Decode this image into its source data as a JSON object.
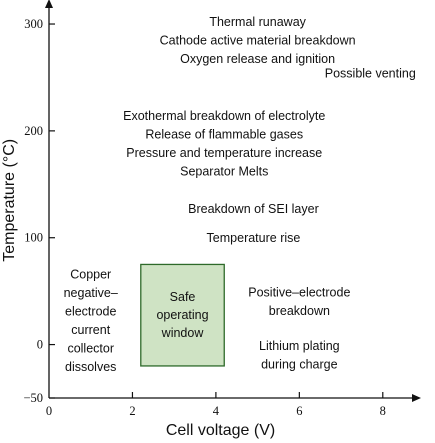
{
  "chart_data": {
    "type": "annotated-region",
    "xlabel": "Cell voltage (V)",
    "ylabel": "Temperature (°C)",
    "xlim": [
      0,
      8.7
    ],
    "ylim": [
      -50,
      315
    ],
    "x_ticks": [
      "0",
      "2",
      "4",
      "6",
      "8"
    ],
    "y_ticks": [
      "300",
      "200",
      "100",
      "0",
      "−50"
    ],
    "grid": false,
    "safe_window": {
      "label": [
        "Safe",
        "operating",
        "window"
      ],
      "x_range": [
        2.2,
        4.2
      ],
      "y_range": [
        -20,
        75
      ],
      "fill": "#cfe3c4",
      "edge": "#2e6a2a"
    },
    "annotations": [
      {
        "lines": [
          "Thermal runaway",
          "Cathode active material breakdown",
          "Oxygen release and ignition"
        ],
        "x": 5.0,
        "y": 298
      },
      {
        "lines": [
          "Possible venting"
        ],
        "x": 7.7,
        "y": 250
      },
      {
        "lines": [
          "Exothermal breakdown of electrolyte",
          "Release of flammable gases",
          "Pressure and temperature increase",
          "Separator Melts"
        ],
        "x": 4.2,
        "y": 210
      },
      {
        "lines": [
          "Breakdown of SEI layer"
        ],
        "x": 4.9,
        "y": 123
      },
      {
        "lines": [
          "Temperature rise"
        ],
        "x": 4.9,
        "y": 96
      },
      {
        "lines": [
          "Copper",
          "negative–",
          "electrode",
          "current",
          "collector",
          "dissolves"
        ],
        "x": 1.0,
        "y": 62
      },
      {
        "lines": [
          "Positive–electrode",
          "breakdown"
        ],
        "x": 6.0,
        "y": 45
      },
      {
        "lines": [
          "Lithium plating",
          "during charge"
        ],
        "x": 6.0,
        "y": -5
      }
    ]
  }
}
